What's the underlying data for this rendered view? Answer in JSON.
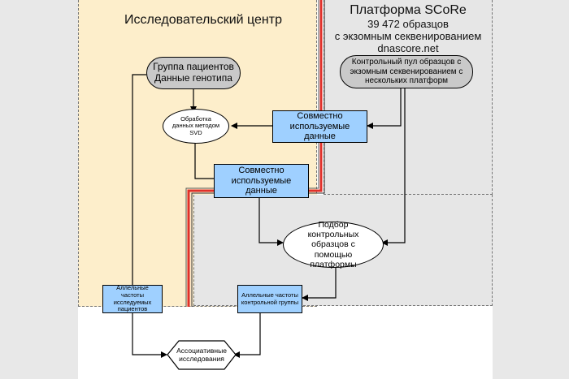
{
  "zones": {
    "research_title": "Исследовательский центр",
    "score_title": "Платформа SCoRe",
    "score_count": "39 472 образцов",
    "score_method": "с экзомным секвенированием",
    "score_site": "dnascore.net"
  },
  "nodes": {
    "patients_line1": "Группа пациентов",
    "patients_line2": "Данные генотипа",
    "control_pool": "Контрольный пул образцов с экзомным секвенированием с нескольких платформ",
    "svd": "Обработка данных методом SVD",
    "shared_right": "Совместно используемые данные",
    "shared_center": "Совместно используемые данные",
    "matching": "Подбор контрольных образцов с помощью платформы",
    "patient_freq": "Аллельные частоты исследуемых пациентов",
    "control_freq": "Аллельные частоты контрольной группы",
    "association": "Ассоциативные исследования"
  },
  "colors": {
    "research_bg": "#fdeecb",
    "score_bg": "#e6e6e6",
    "shared_box": "#9fd0ff",
    "pill": "#c9c9c9",
    "divider_red": "#e0302a"
  }
}
